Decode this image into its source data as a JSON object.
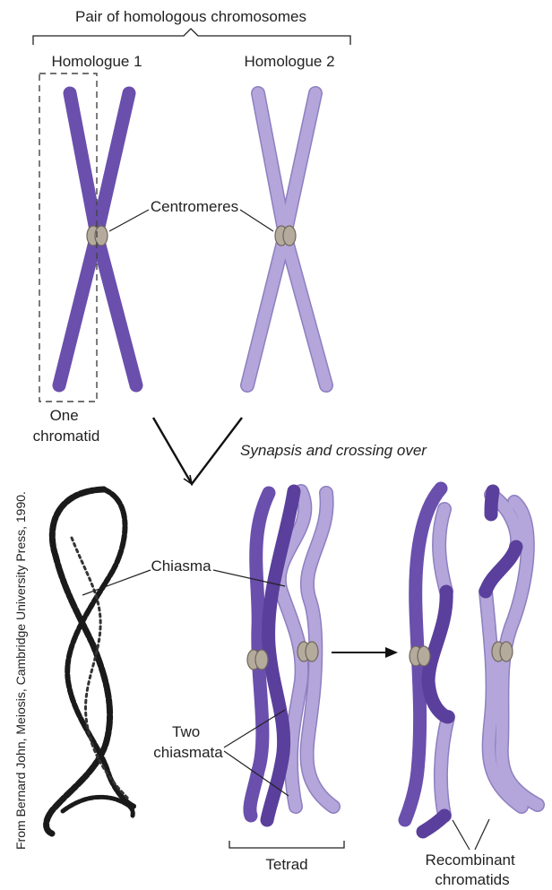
{
  "title": "Pair of homologous chromosomes",
  "homologue_1": "Homologue 1",
  "homologue_2": "Homologue 2",
  "centromeres": "Centromeres",
  "one_chromatid": [
    "One",
    "chromatid"
  ],
  "process": "Synapsis and crossing over",
  "chiasma": "Chiasma",
  "two_chiasmata": [
    "Two",
    "chiasmata"
  ],
  "tetrad": "Tetrad",
  "recombinant_chromatids": [
    "Recombinant",
    "chromatids"
  ],
  "credit": "From Bernard John, Meiosis, Cambridge University Press, 1990.",
  "colors": {
    "homologue_1": "#6a4fad",
    "homologue_1_dark": "#5a3f9c",
    "homologue_2": "#b4a6da",
    "homologue_2_outline": "#8e7fc0",
    "centromere": "#b4ab9c",
    "centromere_outline": "#6e665a",
    "line": "#222222"
  }
}
